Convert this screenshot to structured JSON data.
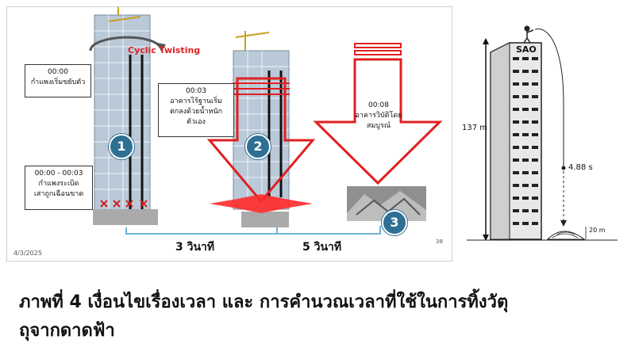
{
  "left_panel": {
    "twist_label": "Cyclic Twisting",
    "callout_0000": [
      "00:00",
      "กำแพงเริ่มขยับตัว"
    ],
    "callout_0003a": [
      "00:00 - 00:03",
      "กำแพงระเบิด",
      "เสาถูกเฉือนขาด"
    ],
    "callout_0003b": [
      "00:03",
      "อาคารไร้ฐานเริ่ม",
      "ตกลงด้วยน้ำหนัก",
      "ตัวเอง"
    ],
    "callout_0008": [
      "00:08",
      "อาคารวิบัติโดย",
      "สมบูรณ์"
    ],
    "stage_numbers": [
      "1",
      "2",
      "3"
    ],
    "duration_1": "3 วินาที",
    "duration_2": "5 วินาที",
    "date": "4/3/2025",
    "page_number": "38",
    "colors": {
      "badge": "#2f6f94",
      "arrow": "#e02020",
      "building": "#b9c9d8"
    }
  },
  "right_panel": {
    "building_sign": "SAO",
    "height_label": "137 m",
    "time_label": "4.88 s",
    "pile_label": "20 m"
  },
  "caption": {
    "line1": "ภาพที่ 4 เงื่อนไขเรื่องเวลา และ การคำนวณเวลาที่ใช้ในการทิ้งวัตุ",
    "line2": "ถุจากดาดฟ้า"
  }
}
